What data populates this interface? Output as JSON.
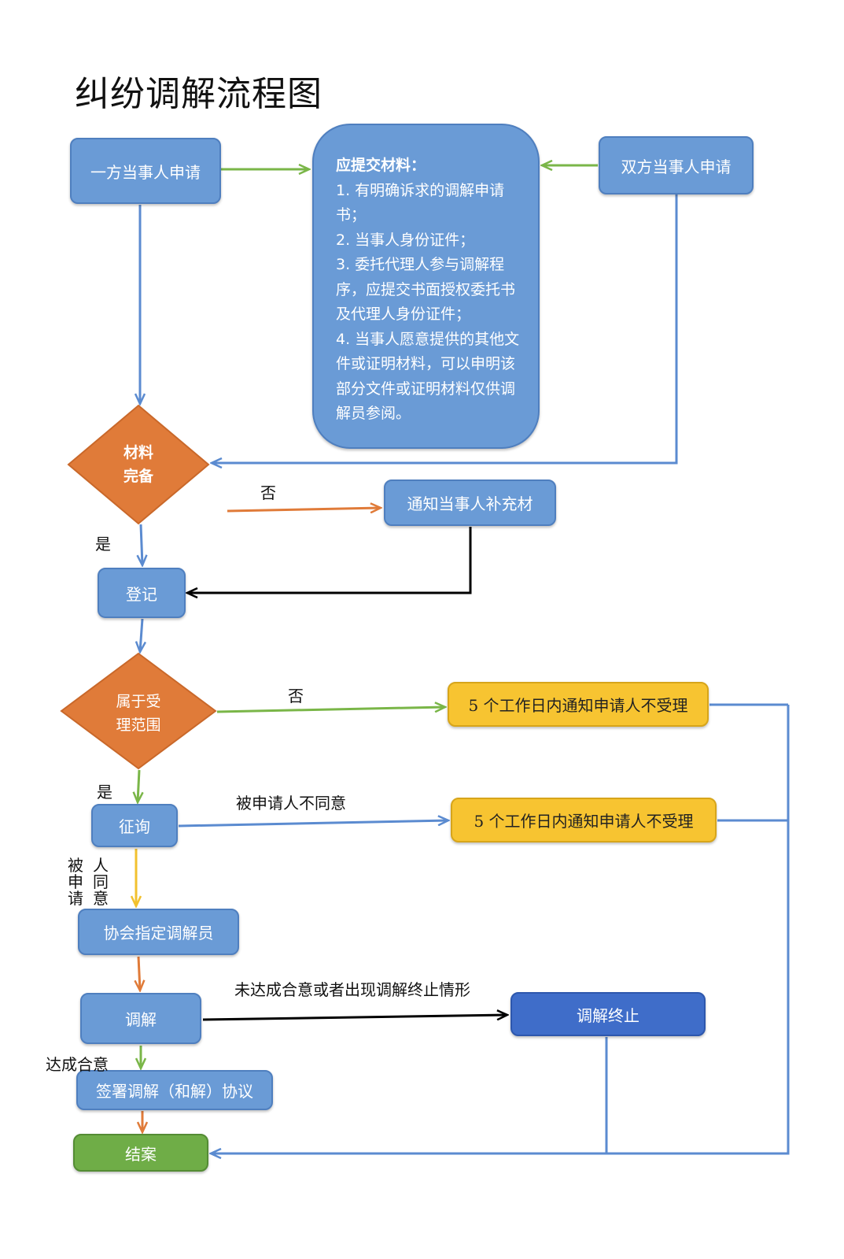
{
  "title": "纠纷调解流程图",
  "nodes": {
    "party_one": "一方当事人申请",
    "party_both": "双方当事人申请",
    "materials_heading": "应提交材料：",
    "materials_items": [
      "1.  有明确诉求的调解申请书；",
      "2.  当事人身份证件；",
      "3.  委托代理人参与调解程序，应提交书面授权委托书及代理人身份证件；",
      "4.  当事人愿意提供的其他文件或证明材料，可以申明该部分文件或证明材料仅供调解员参阅。"
    ],
    "decision_materials_1": "材料",
    "decision_materials_2": "完备",
    "notify_supplement": "通知当事人补充材",
    "register": "登记",
    "decision_scope_1": "属于受",
    "decision_scope_2": "理范围",
    "reject_1": "5 个工作日内通知申请人不受理",
    "reject_2": "5 个工作日内通知申请人不受理",
    "consult": "征询",
    "assign_mediator": "协会指定调解员",
    "mediate": "调解",
    "mediation_end": "调解终止",
    "sign_agreement": "签署调解（和解）协议",
    "close_case": "结案"
  },
  "labels": {
    "no_1": "否",
    "yes_1": "是",
    "no_2": "否",
    "yes_2": "是",
    "respondent_disagree": "被申请人不同意",
    "respondent_agree_col1": "被申请",
    "respondent_agree_col2": "人同意",
    "not_agreed": "未达成合意或者出现调解终止情形",
    "agreed": "达成合意"
  },
  "colors": {
    "box_blue": "#6a9bd6",
    "box_border": "#4f7fbf",
    "decision_orange": "#e07b39",
    "reject_yellow": "#f7c431",
    "end_darkblue": "#3f6dc9",
    "close_green": "#6fad47",
    "arrow_green": "#7ab648",
    "arrow_blue": "#5b8bd0",
    "arrow_orange": "#e07b39",
    "arrow_yellow": "#f2c12e",
    "arrow_black": "#000000"
  }
}
